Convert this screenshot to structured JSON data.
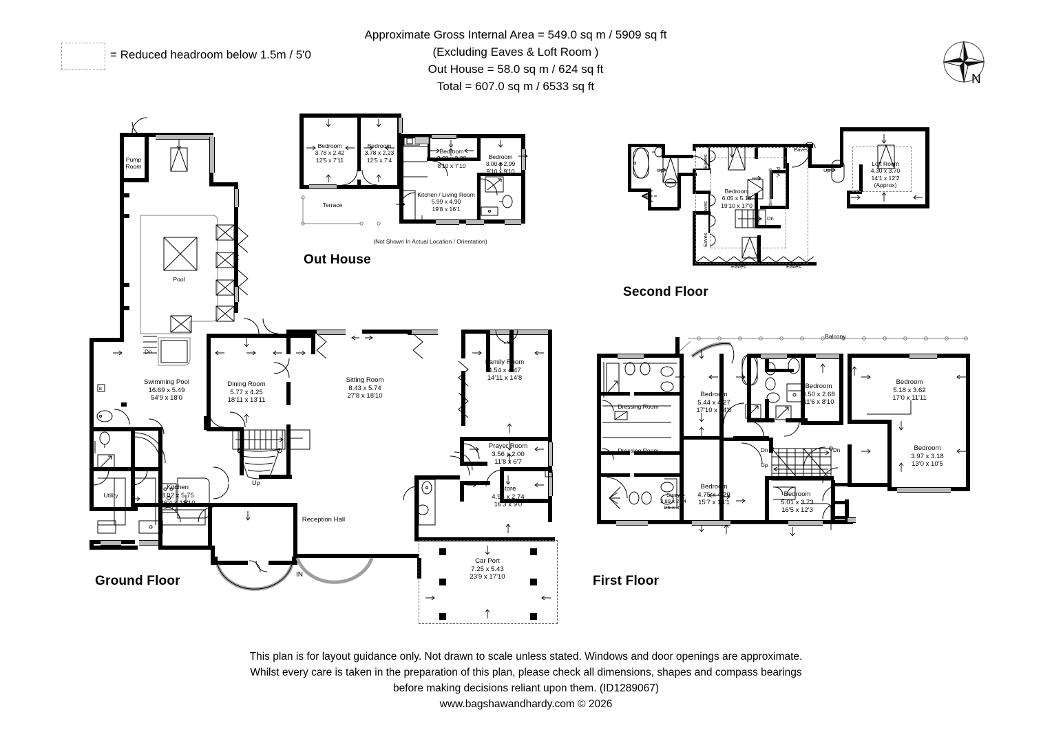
{
  "header": {
    "line1": "Approximate Gross Internal Area = 549.0 sq m / 5909 sq ft",
    "line2": "(Excluding Eaves & Loft Room )",
    "line3": "Out House = 58.0 sq m / 624 sq ft",
    "line4": "Total = 607.0 sq m / 6533 sq ft"
  },
  "legend": {
    "text": "= Reduced headroom below 1.5m / 5'0"
  },
  "compass": {
    "north_label": "N"
  },
  "out_house": {
    "title": "Out House",
    "note": "(Not Shown In Actual Location / Orientation)",
    "terrace_label": "Terrace",
    "rooms": [
      {
        "name": "Bedroom",
        "dim_m": "3.78 x 2.42",
        "dim_ft": "12'5 x 7'11"
      },
      {
        "name": "Bedroom",
        "dim_m": "3.78 x 2.23",
        "dim_ft": "12'5 x 7'4"
      },
      {
        "name": "Bedroom",
        "dim_m": "2.68 x 2.38",
        "dim_ft": "8'10 x 7'10"
      },
      {
        "name": "Bedroom",
        "dim_m": "3.00 x 2.99",
        "dim_ft": "9'10 x 9'10"
      },
      {
        "name": "Kitchen / Living Room",
        "dim_m": "5.99 x 4.90",
        "dim_ft": "19'8 x 16'1"
      }
    ]
  },
  "ground_floor": {
    "title": "Ground Floor",
    "entry_label": "IN",
    "stair_label": "Up",
    "pool_stair_label": "Dn",
    "rooms": [
      {
        "name": "Pump\nRoom",
        "dim_m": "",
        "dim_ft": ""
      },
      {
        "name": "Pool",
        "dim_m": "",
        "dim_ft": ""
      },
      {
        "name": "Swimming Pool",
        "dim_m": "16.69 x 5.49",
        "dim_ft": "54'9 x 18'0"
      },
      {
        "name": "Dining Room",
        "dim_m": "5.77 x 4.25",
        "dim_ft": "18'11 x 13'11"
      },
      {
        "name": "Sitting Room",
        "dim_m": "8.43 x 5.74",
        "dim_ft": "27'8 x 18'10"
      },
      {
        "name": "Family Room",
        "dim_m": "4.54 x 4.47",
        "dim_ft": "14'11 x 14'8"
      },
      {
        "name": "Prayer Room",
        "dim_m": "3.56 x 2.00",
        "dim_ft": "11'8 x 6'7"
      },
      {
        "name": "Store",
        "dim_m": "4.96 x 2.74",
        "dim_ft": "16'3 x 9'0"
      },
      {
        "name": "Kitchen",
        "dim_m": "8.02 x 5.75",
        "dim_ft": "26'4 x 18'10"
      },
      {
        "name": "Utility",
        "dim_m": "",
        "dim_ft": ""
      },
      {
        "name": "Reception Hall",
        "dim_m": "",
        "dim_ft": ""
      },
      {
        "name": "Car Port",
        "dim_m": "7.25 x 5.43",
        "dim_ft": "23'9 x 17'10"
      }
    ]
  },
  "first_floor": {
    "title": "First Floor",
    "balcony_label": "Balcony",
    "stair_up_label": "Up",
    "stair_dn_label": "Dn",
    "rooms": [
      {
        "name": "Bedroom",
        "dim_m": "5.44 x 4.27",
        "dim_ft": "17'10 x 14'0"
      },
      {
        "name": "Bedroom",
        "dim_m": "3.50 x 2.68",
        "dim_ft": "11'6 x 8'10"
      },
      {
        "name": "Bedroom",
        "dim_m": "5.18 x 3.62",
        "dim_ft": "17'0 x 11'11"
      },
      {
        "name": "Bedroom",
        "dim_m": "3.97 x 3.18",
        "dim_ft": "13'0 x 10'5"
      },
      {
        "name": "Bedroom",
        "dim_m": "4.75 x 4.29",
        "dim_ft": "15'7 x 14'1"
      },
      {
        "name": "Bedroom",
        "dim_m": "5.01 x 3.73",
        "dim_ft": "16'5 x 12'3"
      },
      {
        "name": "Study",
        "dim_m": "2.89 x 2.64",
        "dim_ft": "9'6 x 8'8"
      },
      {
        "name": "Dressing Room",
        "dim_m": "",
        "dim_ft": ""
      },
      {
        "name": "Dressing Room",
        "dim_m": "",
        "dim_ft": ""
      }
    ]
  },
  "second_floor": {
    "title": "Second Floor",
    "stair_up_label": "Up",
    "stair_dn_label": "Dn",
    "void_label": "Void",
    "eaves_label": "Eaves",
    "rooms": [
      {
        "name": "Bedroom",
        "dim_m": "6.05 x 5.18",
        "dim_ft": "19'10 x 17'0"
      },
      {
        "name": "Loft Room",
        "dim_m": "4.30 x 3.70",
        "dim_ft": "14'1 x 12'2",
        "approx": "(Approx)"
      }
    ]
  },
  "footer": {
    "line1": "This plan is for layout guidance only. Not drawn to scale unless stated. Windows and door openings are approximate.",
    "line2": "Whilst every care is taken in the preparation of this plan, please check all dimensions, shapes and compass bearings",
    "line3": "before making decisions reliant upon them. (ID1289067)",
    "line4": "www.bagshawandhardy.com © 2026"
  },
  "colors": {
    "wall": "#000000",
    "window": "#b9b9b9",
    "dashed": "#7d7d7d",
    "background": "#ffffff"
  }
}
